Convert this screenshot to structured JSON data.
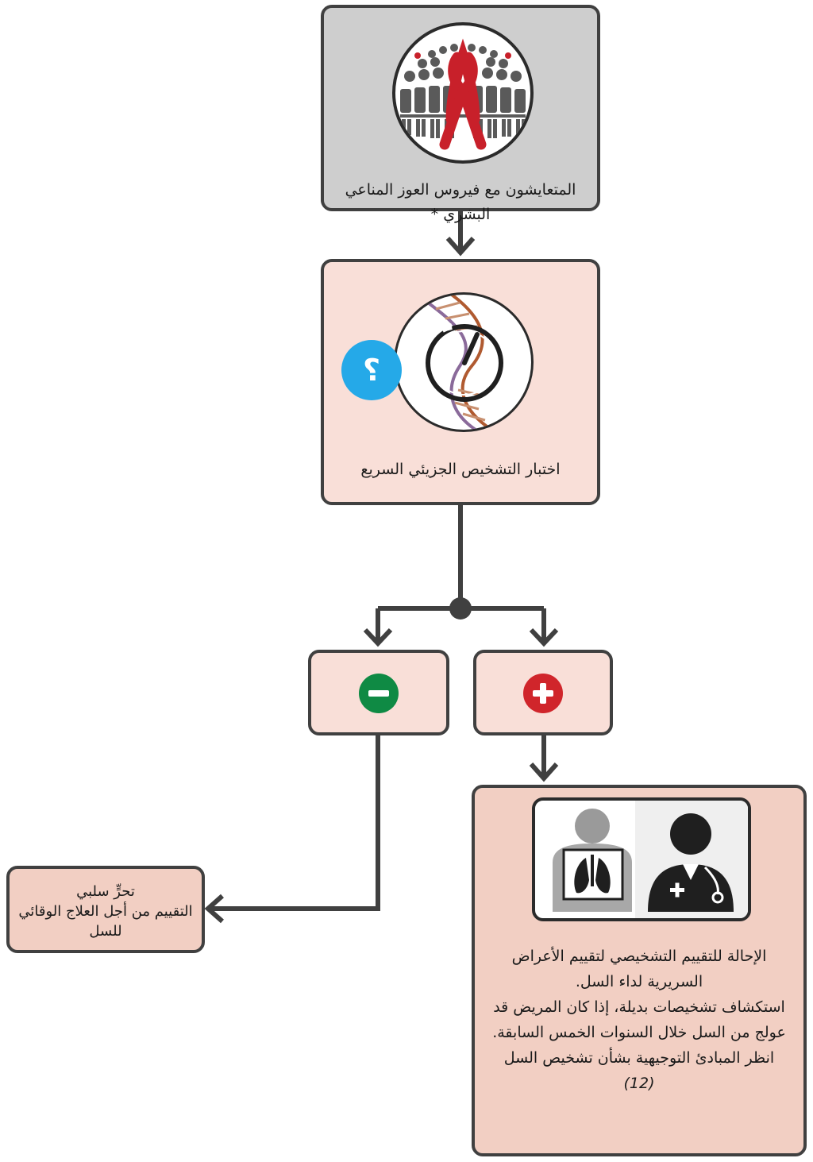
{
  "nodes": {
    "hiv": {
      "label": "المتعايشون مع فيروس العوز المناعي البشري *"
    },
    "test": {
      "label": "اختبار التشخيص الجزيئي السريع",
      "badge": "؟"
    },
    "negative_result": {
      "symbol": "−"
    },
    "positive_result": {
      "symbol": "+"
    },
    "negative_action": {
      "lines": [
        "تحرٍّ سلبي",
        "التقييم من أجل العلاج الوقائي",
        "للسل"
      ]
    },
    "positive_action": {
      "lines": [
        "الإحالة للتقييم التشخيصي لتقييم الأعراض",
        "السريرية لداء السل.",
        "استكشاف تشخيصات بديلة، إذا كان المريض قد",
        "عولج من السل خلال السنوات الخمس السابقة.",
        "انظر المبادئ التوجيهية بشأن تشخيص السل",
        "(12)"
      ]
    }
  },
  "colors": {
    "border": "#404040",
    "grey_fill": "#cecece",
    "pink_fill": "#f9dfd8",
    "salmon_fill": "#f2cfc3",
    "negative": "#0f8a44",
    "positive": "#d0252b",
    "question_badge": "#25a9e8"
  },
  "icons": {
    "hiv": "crowd-red-ribbon-icon",
    "test": "dna-timer-icon",
    "referral": [
      "chest-xray-icon",
      "doctor-icon"
    ]
  }
}
